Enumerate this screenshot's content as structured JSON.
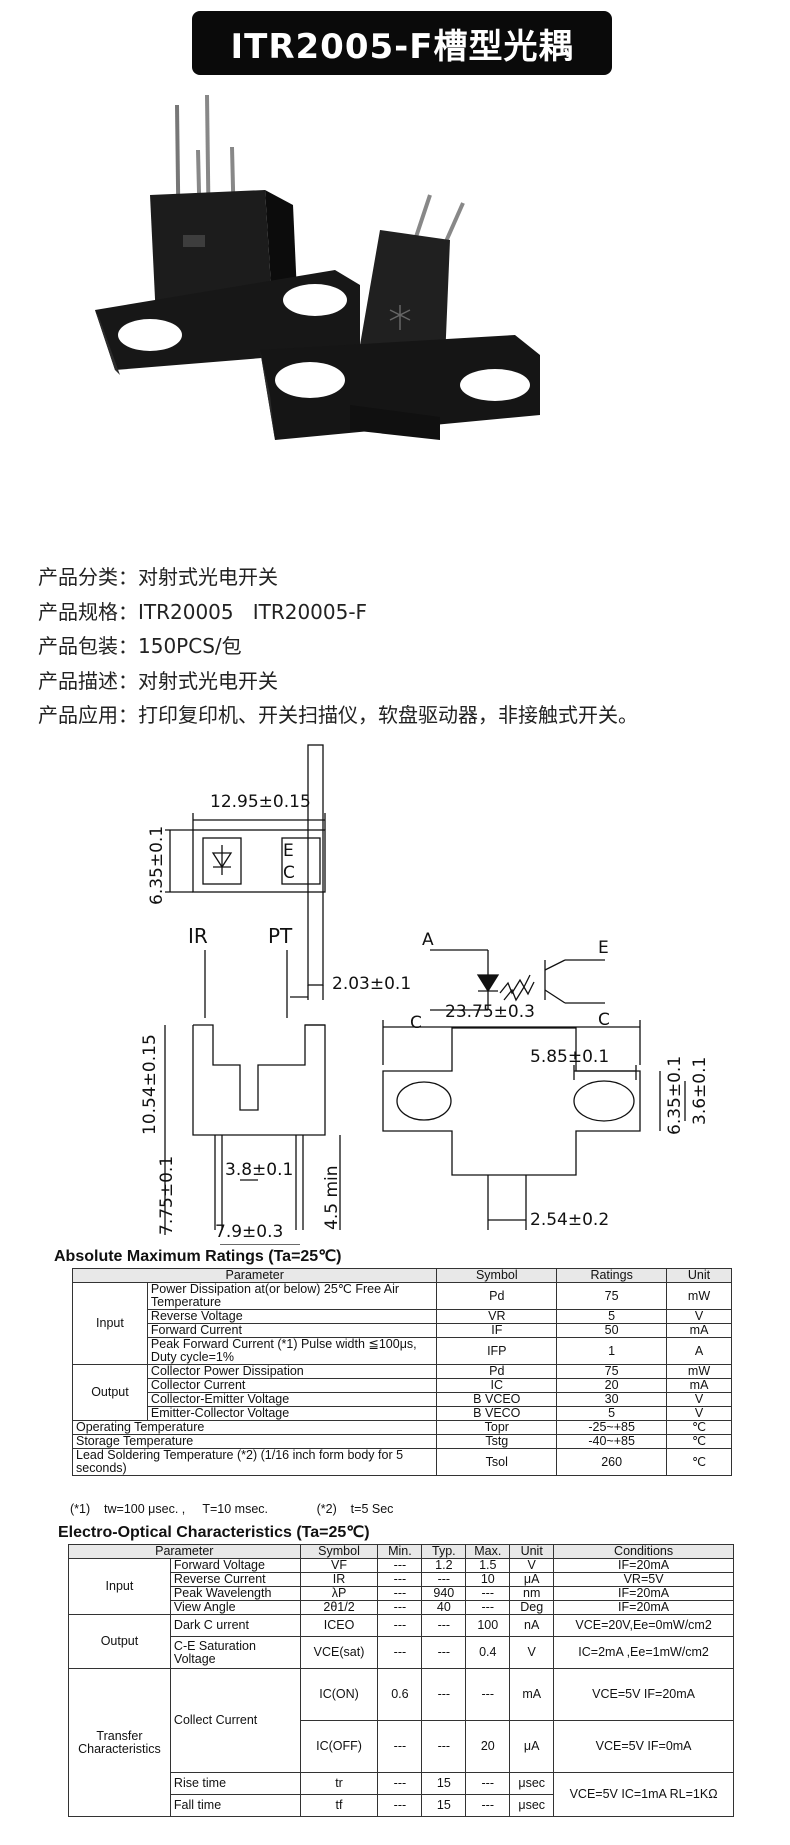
{
  "title": "ITR2005-F槽型光耦",
  "info": [
    {
      "label": "产品分类：",
      "value": "对射式光电开关"
    },
    {
      "label": "产品规格：",
      "value": "ITR20005   ITR20005-F"
    },
    {
      "label": "产品包装：",
      "value": "150PCS/包"
    },
    {
      "label": "产品描述：",
      "value": "对射式光电开关"
    },
    {
      "label": "产品应用：",
      "value": "打印复印机、开关扫描仪，软盘驱动器，非接触式开关。"
    }
  ],
  "drawing": {
    "dim_top_width": "12.95±0.15",
    "dim_top_height": "6.35±0.1",
    "label_ir": "IR",
    "label_pt": "PT",
    "label_e": "E",
    "label_c": "C",
    "dim_thickness": "2.03±0.1",
    "dim_body_height": "10.54±0.15",
    "dim_slot": "3.8±0.1",
    "dim_pin_len": "7.75±0.1",
    "dim_min": "4.5 min",
    "dim_pin_pitch": "7.9±0.3",
    "dim_flange_width": "23.75±0.3",
    "dim_hole_width": "5.85±0.1",
    "dim_flange_h": "6.35±0.1",
    "dim_hole_h": "3.6±0.1",
    "dim_lead_pitch": "2.54±0.2",
    "schematic_a": "A",
    "schematic_c1": "C",
    "schematic_e": "E",
    "schematic_c2": "C"
  },
  "amr": {
    "title": "Absolute Maximum Ratings (Ta=25℃)",
    "headers": [
      "Parameter",
      "Symbol",
      "Ratings",
      "Unit"
    ],
    "groups": [
      {
        "group": "Input",
        "rows": [
          {
            "param": "Power Dissipation at(or below) 25℃ Free Air Temperature",
            "symbol": "Pd",
            "rating": "75",
            "unit": "mW"
          },
          {
            "param": "Reverse Voltage",
            "symbol": "VR",
            "rating": "5",
            "unit": "V"
          },
          {
            "param": "Forward Current",
            "symbol": "IF",
            "rating": "50",
            "unit": "mA"
          },
          {
            "param": "Peak Forward Current (*1) Pulse width ≦100μs, Duty cycle=1%",
            "symbol": "IFP",
            "rating": "1",
            "unit": "A"
          }
        ]
      },
      {
        "group": "Output",
        "rows": [
          {
            "param": "Collector Power Dissipation",
            "symbol": "Pd",
            "rating": "75",
            "unit": "mW"
          },
          {
            "param": "Collector Current",
            "symbol": "IC",
            "rating": "20",
            "unit": "mA"
          },
          {
            "param": "Collector-Emitter Voltage",
            "symbol": "B VCEO",
            "rating": "30",
            "unit": "V"
          },
          {
            "param": "Emitter-Collector Voltage",
            "symbol": "B VECO",
            "rating": "5",
            "unit": "V"
          }
        ]
      }
    ],
    "bottom": [
      {
        "param": "Operating Temperature",
        "symbol": "Topr",
        "rating": "-25~+85",
        "unit": "℃"
      },
      {
        "param": "Storage Temperature",
        "symbol": "Tstg",
        "rating": "-40~+85",
        "unit": "℃"
      },
      {
        "param": "Lead Soldering Temperature (*2) (1/16 inch form body for 5 seconds)",
        "symbol": "Tsol",
        "rating": "260",
        "unit": "℃"
      }
    ],
    "note": "(*1)    tw=100 μsec. ,     T=10 msec.              (*2)    t=5 Sec"
  },
  "eoc": {
    "title": "Electro-Optical Characteristics (Ta=25℃)",
    "headers": [
      "Parameter",
      "Symbol",
      "Min.",
      "Typ.",
      "Max.",
      "Unit",
      "Conditions"
    ],
    "input_group": "Input",
    "input_rows": [
      {
        "param": "Forward Voltage",
        "symbol": "VF",
        "min": "---",
        "typ": "1.2",
        "max": "1.5",
        "unit": "V",
        "cond": "IF=20mA"
      },
      {
        "param": "Reverse Current",
        "symbol": "IR",
        "min": "---",
        "typ": "---",
        "max": "10",
        "unit": "μA",
        "cond": "VR=5V"
      },
      {
        "param": "Peak Wavelength",
        "symbol": "λP",
        "min": "---",
        "typ": "940",
        "max": "---",
        "unit": "nm",
        "cond": "IF=20mA"
      },
      {
        "param": "View Angle",
        "symbol": "2θ1/2",
        "min": "---",
        "typ": "40",
        "max": "---",
        "unit": "Deg",
        "cond": "IF=20mA"
      }
    ],
    "output_group": "Output",
    "output_rows": [
      {
        "param": "Dark C urrent",
        "symbol": "ICEO",
        "min": "---",
        "typ": "---",
        "max": "100",
        "unit": "nA",
        "cond": "VCE=20V,Ee=0mW/cm2"
      },
      {
        "param": "C-E Saturation Voltage",
        "symbol": "VCE(sat)",
        "min": "---",
        "typ": "---",
        "max": "0.4",
        "unit": "V",
        "cond": "IC=2mA ,Ee=1mW/cm2"
      }
    ],
    "transfer_group": "Transfer Characteristics",
    "collect_current": "Collect Current",
    "transfer_rows": [
      {
        "symbol": "IC(ON)",
        "min": "0.6",
        "typ": "---",
        "max": "---",
        "unit": "mA",
        "cond": "VCE=5V IF=20mA"
      },
      {
        "symbol": "IC(OFF)",
        "min": "---",
        "typ": "---",
        "max": "20",
        "unit": "μA",
        "cond": "VCE=5V IF=0mA"
      }
    ],
    "rise": {
      "param": "Rise time",
      "symbol": "tr",
      "min": "---",
      "typ": "15",
      "max": "---",
      "unit": "μsec"
    },
    "fall": {
      "param": "Fall time",
      "symbol": "tf",
      "min": "---",
      "typ": "15",
      "max": "---",
      "unit": "μsec"
    },
    "time_cond": "VCE=5V IC=1mA RL=1KΩ"
  }
}
